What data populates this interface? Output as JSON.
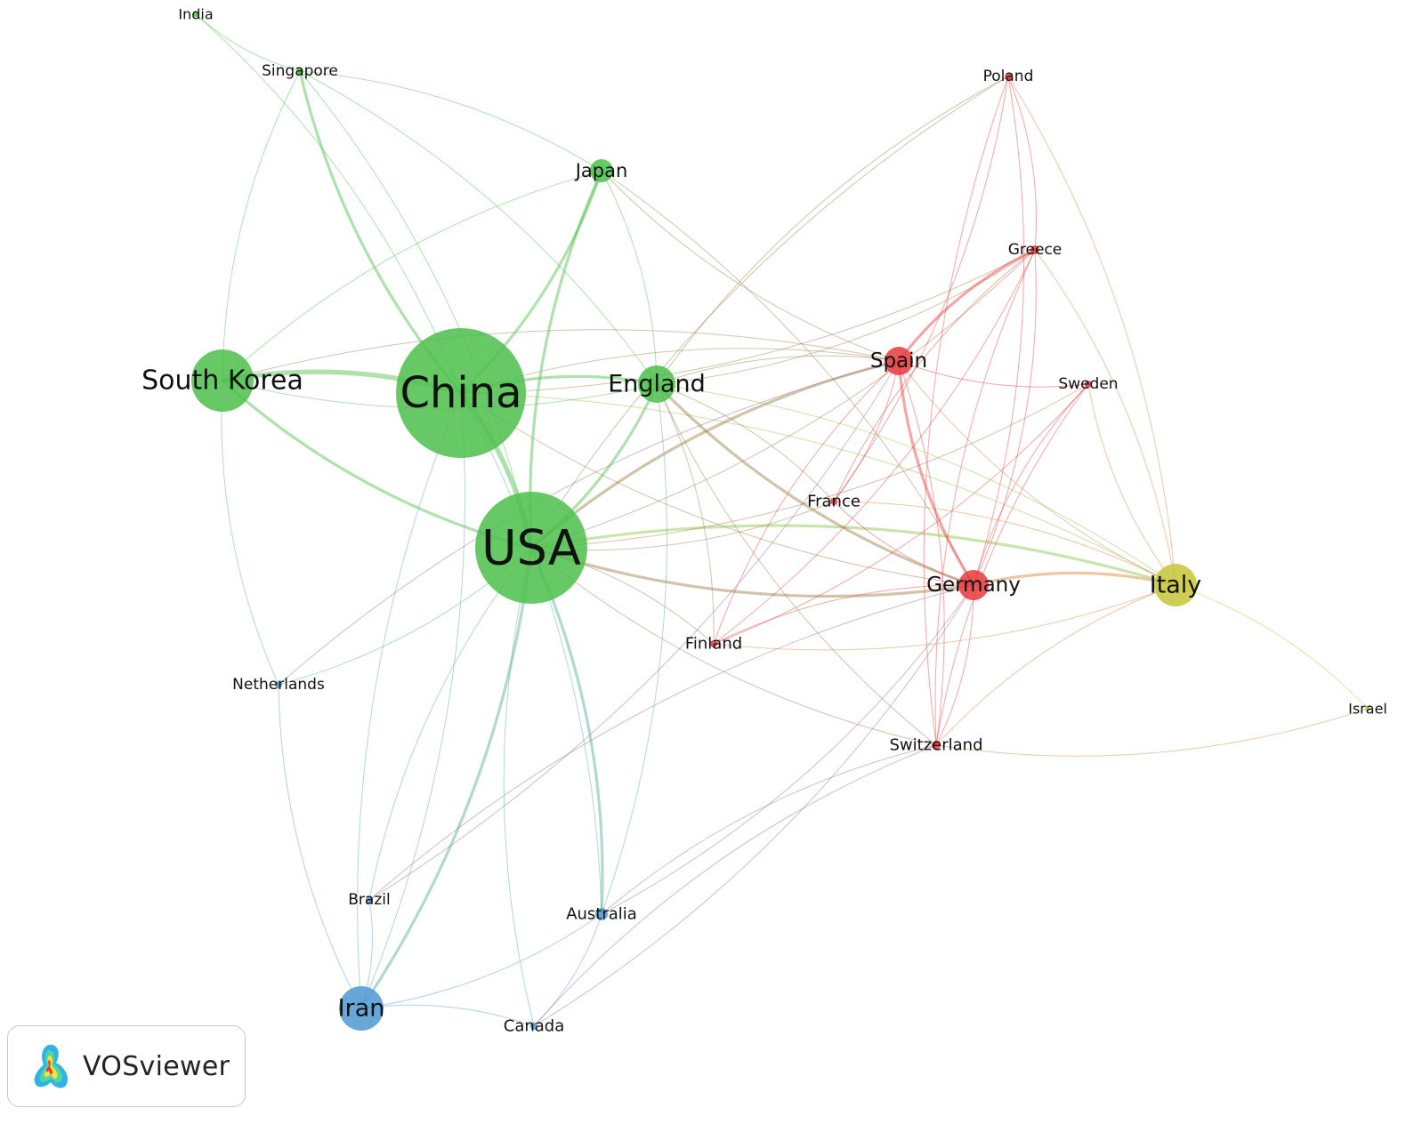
{
  "nodes": [
    {
      "id": "China",
      "label": "China",
      "cluster": "green"
    },
    {
      "id": "USA",
      "label": "USA",
      "cluster": "green"
    },
    {
      "id": "SouthKorea",
      "label": "South Korea",
      "cluster": "green"
    },
    {
      "id": "England",
      "label": "England",
      "cluster": "green"
    },
    {
      "id": "Japan",
      "label": "Japan",
      "cluster": "green"
    },
    {
      "id": "Singapore",
      "label": "Singapore",
      "cluster": "green"
    },
    {
      "id": "India",
      "label": "India",
      "cluster": "green"
    },
    {
      "id": "Spain",
      "label": "Spain",
      "cluster": "red"
    },
    {
      "id": "Germany",
      "label": "Germany",
      "cluster": "red"
    },
    {
      "id": "Greece",
      "label": "Greece",
      "cluster": "red"
    },
    {
      "id": "Poland",
      "label": "Poland",
      "cluster": "red"
    },
    {
      "id": "Sweden",
      "label": "Sweden",
      "cluster": "red"
    },
    {
      "id": "France",
      "label": "France",
      "cluster": "red"
    },
    {
      "id": "Finland",
      "label": "Finland",
      "cluster": "red"
    },
    {
      "id": "Switzerland",
      "label": "Switzerland",
      "cluster": "red"
    },
    {
      "id": "Italy",
      "label": "Italy",
      "cluster": "yellow"
    },
    {
      "id": "Israel",
      "label": "Israel",
      "cluster": "yellow"
    },
    {
      "id": "Iran",
      "label": "Iran",
      "cluster": "blue"
    },
    {
      "id": "Australia",
      "label": "Australia",
      "cluster": "blue"
    },
    {
      "id": "Canada",
      "label": "Canada",
      "cluster": "blue"
    },
    {
      "id": "Brazil",
      "label": "Brazil",
      "cluster": "blue"
    },
    {
      "id": "Netherlands",
      "label": "Netherlands",
      "cluster": "blue"
    }
  ],
  "links": [
    [
      "China",
      "USA",
      3
    ],
    [
      "China",
      "SouthKorea",
      3
    ],
    [
      "China",
      "England",
      2
    ],
    [
      "China",
      "Japan",
      2
    ],
    [
      "China",
      "Singapore",
      2
    ],
    [
      "China",
      "India",
      1
    ],
    [
      "China",
      "Spain",
      1
    ],
    [
      "China",
      "Germany",
      1
    ],
    [
      "China",
      "Italy",
      1
    ],
    [
      "China",
      "Greece",
      1
    ],
    [
      "China",
      "Australia",
      1
    ],
    [
      "China",
      "Iran",
      1
    ],
    [
      "USA",
      "SouthKorea",
      2
    ],
    [
      "USA",
      "England",
      2
    ],
    [
      "USA",
      "Japan",
      2
    ],
    [
      "USA",
      "Singapore",
      1
    ],
    [
      "USA",
      "Spain",
      2
    ],
    [
      "USA",
      "Germany",
      2
    ],
    [
      "USA",
      "Italy",
      2
    ],
    [
      "USA",
      "France",
      1
    ],
    [
      "USA",
      "Finland",
      1
    ],
    [
      "USA",
      "Switzerland",
      1
    ],
    [
      "USA",
      "Australia",
      2
    ],
    [
      "USA",
      "Canada",
      1
    ],
    [
      "USA",
      "Iran",
      2
    ],
    [
      "USA",
      "Brazil",
      1
    ],
    [
      "USA",
      "Netherlands",
      1
    ],
    [
      "USA",
      "Greece",
      1
    ],
    [
      "USA",
      "Poland",
      1
    ],
    [
      "USA",
      "Sweden",
      1
    ],
    [
      "SouthKorea",
      "Singapore",
      1
    ],
    [
      "SouthKorea",
      "England",
      1
    ],
    [
      "SouthKorea",
      "Japan",
      1
    ],
    [
      "SouthKorea",
      "Netherlands",
      1
    ],
    [
      "SouthKorea",
      "Spain",
      1
    ],
    [
      "England",
      "Japan",
      1
    ],
    [
      "England",
      "Spain",
      1
    ],
    [
      "England",
      "Germany",
      2
    ],
    [
      "England",
      "Italy",
      1
    ],
    [
      "England",
      "Greece",
      1
    ],
    [
      "England",
      "France",
      1
    ],
    [
      "England",
      "Singapore",
      1
    ],
    [
      "England",
      "Finland",
      1
    ],
    [
      "England",
      "Switzerland",
      1
    ],
    [
      "England",
      "Poland",
      1
    ],
    [
      "Japan",
      "Singapore",
      1
    ],
    [
      "Japan",
      "Germany",
      1
    ],
    [
      "Japan",
      "Spain",
      1
    ],
    [
      "Singapore",
      "India",
      1
    ],
    [
      "Spain",
      "Germany",
      2
    ],
    [
      "Spain",
      "Greece",
      2
    ],
    [
      "Spain",
      "Italy",
      1
    ],
    [
      "Spain",
      "France",
      1
    ],
    [
      "Spain",
      "Finland",
      1
    ],
    [
      "Spain",
      "Switzerland",
      1
    ],
    [
      "Spain",
      "Sweden",
      1
    ],
    [
      "Germany",
      "Italy",
      2
    ],
    [
      "Germany",
      "Greece",
      1
    ],
    [
      "Germany",
      "France",
      1
    ],
    [
      "Germany",
      "Finland",
      1
    ],
    [
      "Germany",
      "Switzerland",
      1
    ],
    [
      "Germany",
      "Poland",
      1
    ],
    [
      "Germany",
      "Sweden",
      1
    ],
    [
      "Greece",
      "Poland",
      1
    ],
    [
      "Greece",
      "Italy",
      1
    ],
    [
      "Greece",
      "France",
      1
    ],
    [
      "Greece",
      "Finland",
      1
    ],
    [
      "Greece",
      "Switzerland",
      1
    ],
    [
      "Poland",
      "Italy",
      1
    ],
    [
      "Poland",
      "Switzerland",
      1
    ],
    [
      "Poland",
      "France",
      1
    ],
    [
      "Sweden",
      "Italy",
      1
    ],
    [
      "Sweden",
      "Finland",
      1
    ],
    [
      "Sweden",
      "Switzerland",
      1
    ],
    [
      "France",
      "Italy",
      1
    ],
    [
      "Finland",
      "Italy",
      1
    ],
    [
      "Switzerland",
      "Italy",
      1
    ],
    [
      "Switzerland",
      "Israel",
      1
    ],
    [
      "Italy",
      "Israel",
      1
    ],
    [
      "Iran",
      "Australia",
      1
    ],
    [
      "Iran",
      "Canada",
      1
    ],
    [
      "Iran",
      "Brazil",
      1
    ],
    [
      "Iran",
      "Netherlands",
      1
    ],
    [
      "Iran",
      "China",
      1
    ],
    [
      "Australia",
      "Canada",
      1
    ],
    [
      "Australia",
      "Germany",
      1
    ],
    [
      "Australia",
      "Switzerland",
      1
    ],
    [
      "Australia",
      "England",
      1
    ],
    [
      "Canada",
      "Switzerland",
      1
    ],
    [
      "Canada",
      "Germany",
      1
    ],
    [
      "Brazil",
      "Germany",
      1
    ],
    [
      "Brazil",
      "Spain",
      1
    ],
    [
      "Netherlands",
      "Spain",
      1
    ]
  ],
  "cluster_colors": {
    "green": "#4cbf4a",
    "red": "#e8393c",
    "yellow": "#c6c636",
    "blue": "#4f98d4"
  },
  "logo": {
    "text": "VOSviewer",
    "icon": "vosviewer-logo-icon"
  }
}
